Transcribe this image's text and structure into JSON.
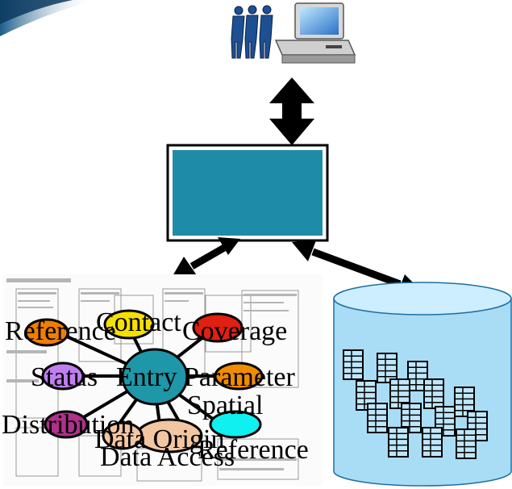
{
  "colors": {
    "central_box": "#1e8ca8",
    "database": "#a9dcf5",
    "entry_node": "#1e97a8",
    "reference_node": "#f07f00",
    "contact_node": "#f5e000",
    "coverage_node": "#e02010",
    "status_node": "#c07ff0",
    "parameter_node": "#f08c00",
    "spatial_node": "#10f0f0",
    "distribution_node": "#b0308a",
    "data_access_node": "#f3c6a2"
  },
  "icons": [
    "users-icon",
    "computer-icon",
    "database-icon",
    "table-icon"
  ],
  "nodes": {
    "reference": "Reference",
    "contact": "Contact",
    "coverage": "Coverage",
    "status": "Status",
    "entry": "Entry",
    "parameter": "Parameter",
    "spatial": "Spatial",
    "distribution": "Distribution",
    "data_origin": "Data Origin",
    "reference2": "Reference",
    "data_access": "Data Access"
  }
}
